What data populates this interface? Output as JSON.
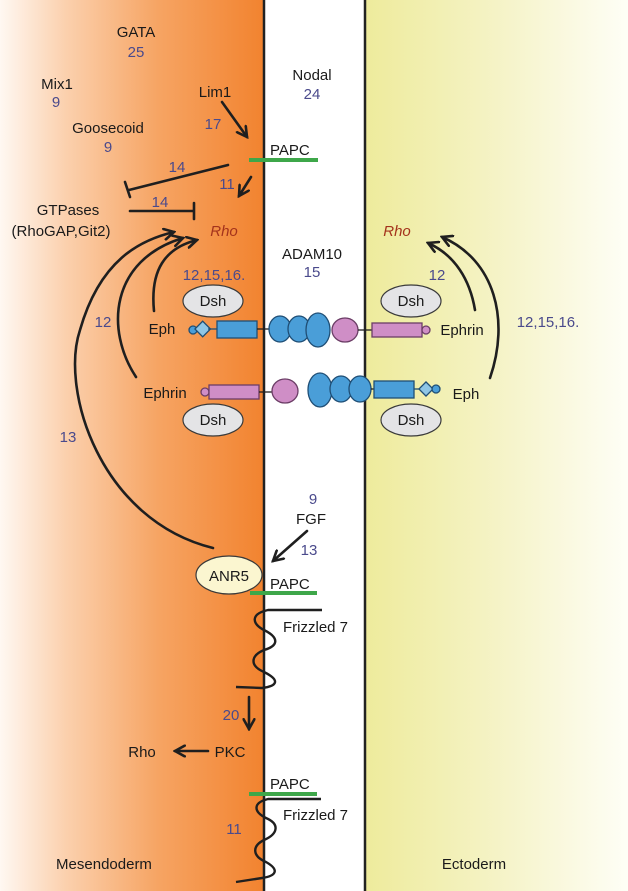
{
  "regions": {
    "left": "Mesendoderm",
    "right": "Ectoderm"
  },
  "colors": {
    "mesendoderm": "#f38a3a",
    "ectoderm": "#eeeb9c",
    "papc": "#3ea74a",
    "ref_numbers": "#4a4a8c",
    "rho_label": "#a4331c",
    "eph_domains": "#4a9ed8",
    "ephrin_domains": "#cf8ec6"
  },
  "labels": {
    "gata": "GATA",
    "gata_ref": "25",
    "mix1": "Mix1",
    "mix1_ref": "9",
    "goosecoid": "Goosecoid",
    "goosecoid_ref": "9",
    "lim1": "Lim1",
    "lim1_ref": "17",
    "nodal": "Nodal",
    "nodal_ref": "24",
    "papc_top": "PAPC",
    "inhibit_papc_ref": "14",
    "papc_rho_ref": "11",
    "gtpases_line1": "GTPases",
    "gtpases_line2": "(RhoGAP,Git2)",
    "gtpases_ref": "14",
    "rho_left": "Rho",
    "rho_right": "Rho",
    "adam10": "ADAM10",
    "adam10_ref": "15",
    "left_eph_ref": "12,15,16.",
    "left_ephrin_ref": "12",
    "anr5_ref": "13",
    "right_ephrin_ref": "12",
    "right_eph_ref": "12,15,16.",
    "dsh": "Dsh",
    "eph": "Eph",
    "ephrin": "Ephrin",
    "fgf_ref": "9",
    "fgf": "FGF",
    "fgf_arrow_ref": "13",
    "anr5": "ANR5",
    "papc_mid": "PAPC",
    "frizzled_mid": "Frizzled 7",
    "pkc_ref": "20",
    "rho_pkc": "Rho",
    "pkc": "PKC",
    "papc_bottom": "PAPC",
    "papc_bottom_ref": "11",
    "frizzled_bottom": "Frizzled 7"
  }
}
